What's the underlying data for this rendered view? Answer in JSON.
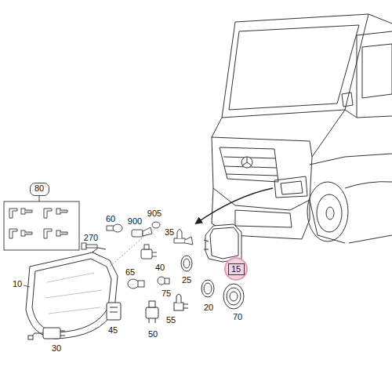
{
  "diagram": {
    "nodes": [
      {
        "text": [
          "80"
        ]
      },
      {
        "text": [
          "15"
        ]
      }
    ],
    "labels": [
      "60",
      "900",
      "905",
      "270",
      "35",
      "10",
      "65",
      "40",
      "25",
      "75",
      "20",
      "70",
      "45",
      "50",
      "55",
      "30"
    ]
  }
}
